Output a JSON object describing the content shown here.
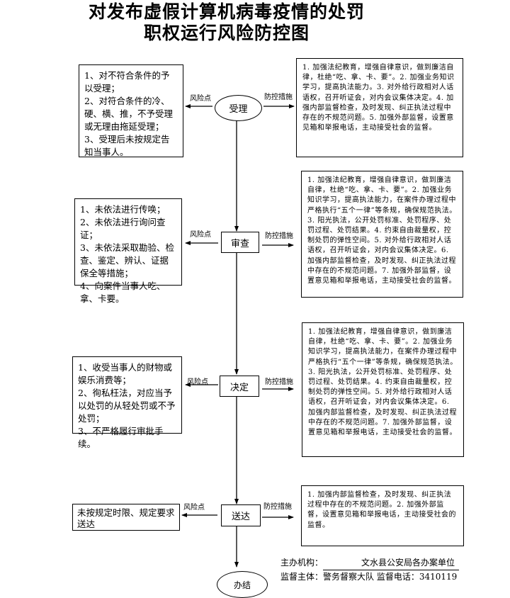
{
  "title": {
    "line1": "对发布虚假计算机病毒疫情的处罚",
    "line2": "职权运行风险防控图"
  },
  "labels": {
    "risk_point": "风险点",
    "control_measure": "防控措施"
  },
  "steps": [
    {
      "name": "受理",
      "risks": "1、对不符合条件的予以受理；\n2、对符合条件的冷、硬、横、推，不予受理或无理由拖延受理；\n3、受理后未按规定告知当事人。",
      "controls": "1. 加强法纪教育，增强自律意识，做到廉洁自律，杜绝“吃、拿、卡、要”。2. 加强业务知识学习，提高执法能力。3. 对外给行政相对人话语权，召开听证会，对内会议集体决定。4. 加强内部监督检查，及时发现、纠正执法过程中存在的不规范问题。5. 加强外部监督，设置意见箱和举报电话，主动接受社会的监督。"
    },
    {
      "name": "审查",
      "risks": "1、未依法进行传唤；\n2、未依法进行询问查证；\n3、未依法采取勘验、检查、鉴定、辨认、证据保全等措施；\n4、向案件当事人吃、拿、卡要。",
      "controls": "1. 加强法纪教育，增强自律意识，做到廉洁自律，杜绝“吃、拿、卡、要”。2. 加强业务知识学习，提高执法能力，在案件办理过程中严格执行“五个一律”等条规，确保规范执法。3. 阳光执法，公开处罚标准、处罚程序、处罚过程、处罚结果。4. 约束自由裁量权，控制处罚的弹性空间。5. 对外给行政相对人话语权，召开听证会，对内会议集体决定。6. 加强内部监督检查，及时发现、纠正执法过程中存在的不规范问题。7. 加强外部监督，设置意见箱和举报电话，主动接受社会的监督。"
    },
    {
      "name": "决定",
      "risks": "1、收受当事人的财物或娱乐消费等；\n2、徇私枉法，对应当予以处罚的从轻处罚或不予处罚；\n3、不严格履行审批手续。",
      "controls": "1. 加强法纪教育，增强自律意识，做到廉洁自律，杜绝“吃、拿、卡、要”。2. 加强业务知识学习，提高执法能力，在案件办理过程中严格执行“五个一律”等条规，确保规范执法。3. 阳光执法，公开处罚标准、处罚程序、处罚过程、处罚结果。4. 约束自由裁量权，控制处罚的弹性空间。5. 对外给行政相对人话语权，召开听证会，对内会议集体决定。6. 加强内部监督检查，及时发现、纠正执法过程中存在的不规范问题。7. 加强外部监督，设置意见箱和举报电话，主动接受社会的监督。"
    },
    {
      "name": "送达",
      "risks": "未按规定时限、规定要求送达",
      "controls": "1. 加强内部监督检查，及时发现、纠正执法过程中存在的不规范问题。2. 加强外部监督，设置意见箱和举报电话，主动接受社会的监督。"
    }
  ],
  "end_step": "办结",
  "footer": {
    "host_label": "主办机构：",
    "host_value": "文水县公安局各办案单位",
    "supervisor_label": "监督主体：",
    "supervisor_value": "警务督察大队",
    "phone_label": "监督电话：",
    "phone_value": "3410119"
  }
}
